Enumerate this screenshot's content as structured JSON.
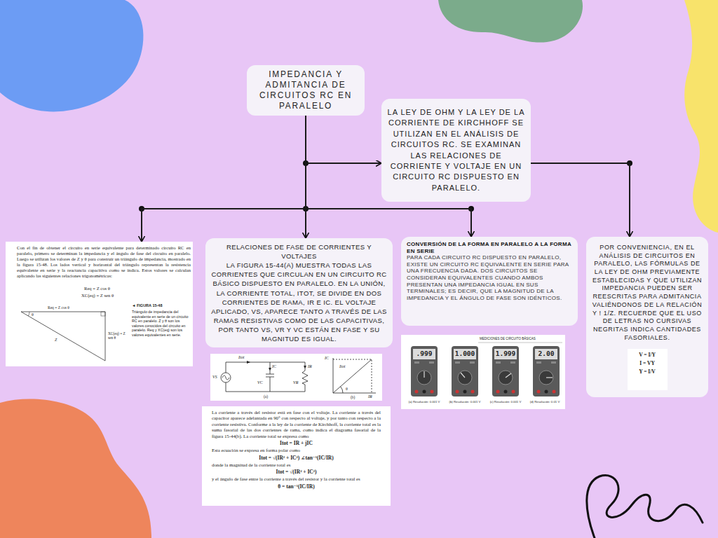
{
  "diagram": {
    "nodes": [
      {
        "text": [
          "IMPEDANCIA Y ADMITANCIA DE CIRCUITOS RC EN PARALELO"
        ]
      },
      {
        "text": [
          "LA LEY DE OHM Y LA LEY DE LA CORRIENTE DE KIRCHHOFF SE UTILIZAN EN EL ANÁLISIS DE CIRCUITOS RC. SE EXAMINAN LAS RELACIONES DE CORRIENTE Y VOLTAJE EN UN CIRCUITO RC DISPUESTO EN PARALELO."
        ]
      },
      {
        "text": [
          "Con el fin de obtener el circuito en serie equivalente para determinado circuito RC en paralelo, primero se determinan la impedancia y el ángulo de fase del circuito en paralelo. Luego se utilizan los valores de Z y θ para construir un triángulo de impedancia, mostrado en la figura 15-48. Los lados vertical y horizontal del triángulo representan la resistencia equivalente en serie y la reactancia capacitiva como se indica. Estos valores se calculan aplicando las siguientes relaciones trigonométricas:",
          "Req = Z cos θ",
          "XC(eq) = Z sen θ",
          "◄ FIGURA 15-48",
          "Triángulo de impedancia del equivalente en serie de un circuito RC en paralelo. Z y θ son los valores conocidos del circuito en paralelo. Req y XC(eq) son los valores equivalentes en serie.",
          "Req = Z cos θ",
          "θ",
          "Z",
          "XC(eq) = Z sen θ"
        ]
      },
      {
        "text": [
          "RELACIONES DE FASE DE CORRIENTES Y VOLTAJES",
          "LA FIGURA 15-44(A) MUESTRA TODAS LAS CORRIENTES QUE CIRCULAN EN UN CIRCUITO RC BÁSICO DISPUESTO EN PARALELO. EN LA UNIÓN, LA CORRIENTE TOTAL, ITOT, SE DIVIDE EN DOS CORRIENTES DE RAMA, IR E IC. EL VOLTAJE APLICADO, VS, APARECE TANTO A TRAVÉS DE LAS RAMAS RESISTIVAS COMO DE LAS CAPACITIVAS, POR TANTO VS, VR Y VC ESTÁN EN FASE Y SU MAGNITUD ES IGUAL."
        ]
      },
      {
        "text": [
          "Itot",
          "IC",
          "IR",
          "VS",
          "VC",
          "VR",
          "(a)",
          "IC",
          "Itot",
          "θ",
          "IR",
          "(b)"
        ]
      },
      {
        "text": [
          "La corriente a través del resistor está en fase con el voltaje. La corriente a través del capacitor aparece adelantada en 90° con respecto al voltaje, y por tanto con respecto a la corriente resistiva. Conforme a la ley de la corriente de Kirchhoff, la corriente total es la suma fasorial de las dos corrientes de rama, como indica el diagrama fasorial de la figura 15-44(b). La corriente total se expresa como",
          "Itot = IR + jIC",
          "Esta ecuación se expresa en forma polar como",
          "Itot = √(IR² + IC²) ∠tan⁻¹(IC/IR)",
          "donde la magnitud de la corriente total es",
          "Itot = √(IR² + IC²)",
          "y el ángulo de fase entre la corriente a través del resistor y la corriente total es",
          "θ = tan⁻¹(IC/IR)"
        ]
      },
      {
        "text": [
          "CONVERSIÓN DE LA FORMA EN PARALELO A LA FORMA EN SERIE",
          "PARA CADA CIRCUITO RC DISPUESTO EN PARALELO, EXISTE UN CIRCUITO RC EQUIVALENTE EN SERIE PARA UNA FRECUENCIA DADA. DOS CIRCUITOS SE CONSIDERAN EQUIVALENTES CUANDO AMBOS PRESENTAN UNA IMPEDANCIA IGUAL EN SUS TERMINALES; ES DECIR, QUE LA MAGNITUD DE LA IMPEDANCIA Y EL ÁNGULO DE FASE SON IDÉNTICOS."
        ]
      },
      {
        "text": [
          "MEDICIONES DE CIRCUITO BÁSICAS",
          ".999",
          "1.000",
          "1.999",
          "2.00",
          "(a) Resolución: 0.001 V",
          "(b) Resolución: 0.001 V",
          "(c) Resolución: 0.001 V",
          "(d) Resolución: 0.01 V"
        ]
      },
      {
        "text": [
          "POR CONVENIENCIA, EN EL ANÁLISIS DE CIRCUITOS EN PARALELO, LAS FÓRMULAS DE LA LEY DE OHM PREVIAMENTE ESTABLECIDAS Y QUE UTILIZAN IMPEDANCIA PUEDEN SER REESCRITAS PARA ADMITANCIA VALIÉNDONOS DE LA RELACIÓN Y ! 1/Z. RECUERDE QUE EL USO DE LETRAS NO CURSIVAS NEGRITAS INDICA CANTIDADES FASORIALES."
        ]
      },
      {
        "text": [
          "V = I/Y",
          "I = VY",
          "Y = I/V"
        ],
        "in": 8
      }
    ],
    "edges": [
      {
        "from": 0,
        "to": 1,
        "arrow": "to"
      },
      {
        "from": 0,
        "to": 2,
        "arrow": "to"
      },
      {
        "from": 0,
        "to": 3,
        "arrow": "to"
      },
      {
        "from": 0,
        "to": 6,
        "arrow": "to"
      },
      {
        "from": 0,
        "to": 8,
        "arrow": "to"
      }
    ]
  }
}
